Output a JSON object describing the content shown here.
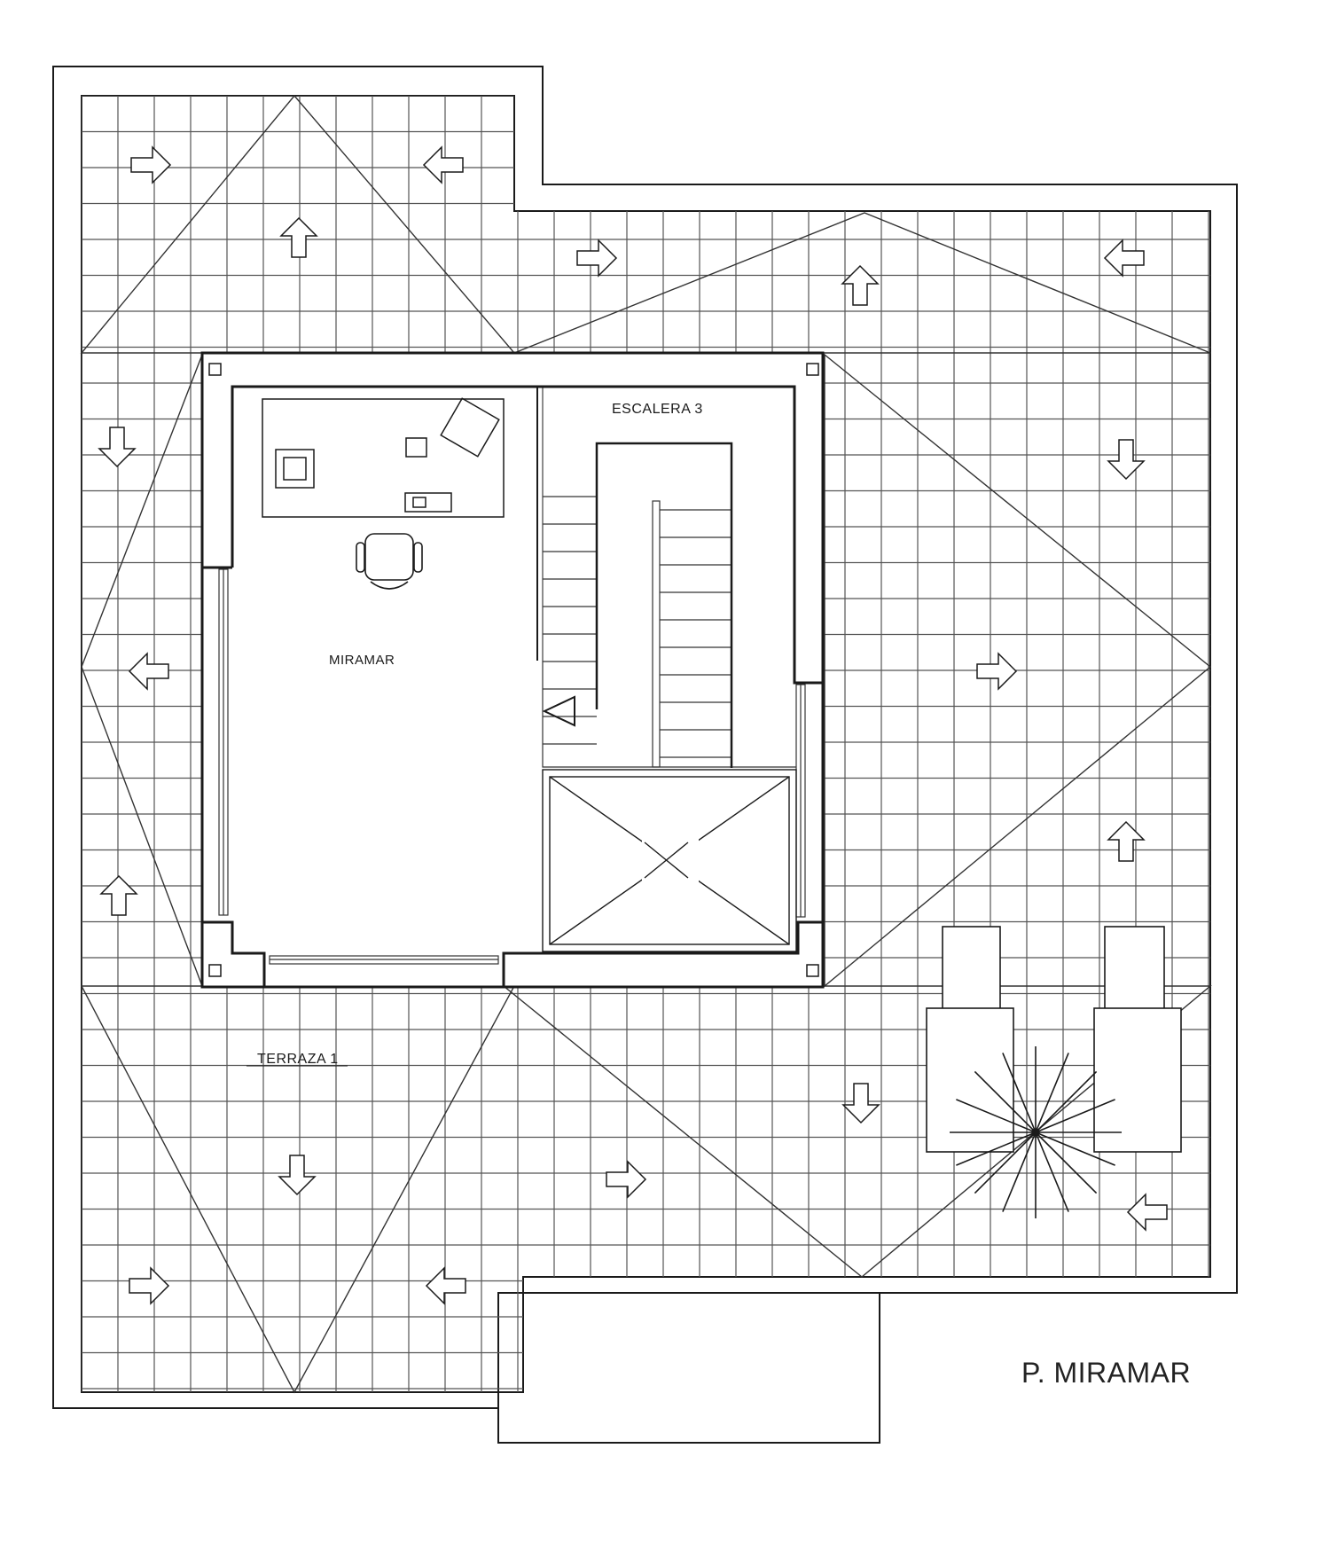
{
  "labels": {
    "miramar_room": "MIRAMAR",
    "stair": "ESCALERA 3",
    "terrace": "TERRAZA 1",
    "plan_title": "P. MIRAMAR"
  },
  "colors": {
    "ink": "#1a1a1a",
    "grid": "#555555",
    "paper": "#ffffff"
  },
  "icons": {
    "drain_arrows": "arrow-icon",
    "furniture_chair": "chair-icon",
    "spiral_stair": "spiral-stair-icon",
    "elevator_shaft": "elevator-shaft-icon"
  }
}
